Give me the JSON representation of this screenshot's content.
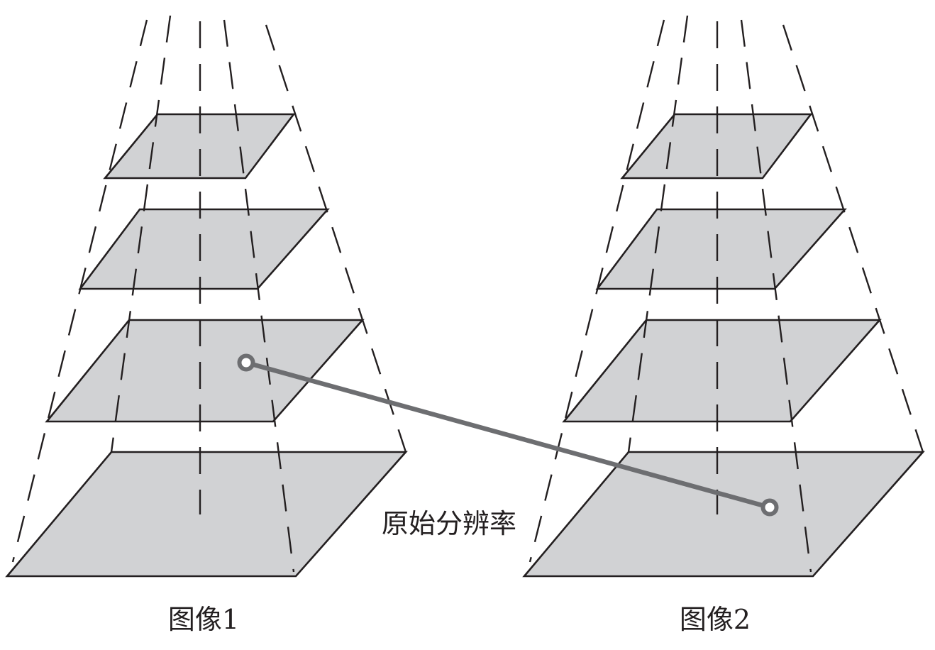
{
  "labels": {
    "original_resolution": "原始分辨率",
    "image1": "图像1",
    "image2": "图像2"
  },
  "colors": {
    "plane_fill": "#d1d2d4",
    "stroke": "#231f20",
    "match_line": "#6d6e71",
    "match_point_fill": "#ffffff"
  }
}
